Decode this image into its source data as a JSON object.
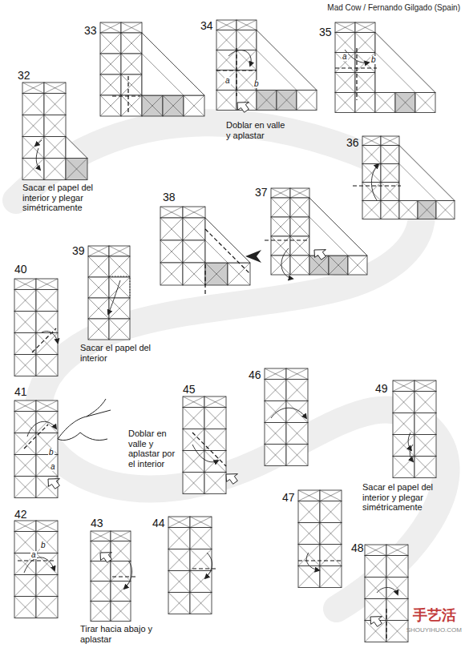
{
  "diagram": {
    "title": "Mad Cow / Fernando Gilgado (Spain)",
    "labels": [
      "32",
      "Sacar el papel del interior y plegar simétricamente",
      "33",
      "34",
      "Doblar en valle y aplastar",
      "a",
      "b",
      "35",
      "a",
      "b",
      "36",
      "37",
      "38",
      "39",
      "Sacar el papel del interior",
      "40",
      "41",
      "b",
      "a",
      "45",
      "Doblar en valle y aplastar por el interior",
      "46",
      "49",
      "Sacar el papel del interior y plegar simétricamente",
      "42",
      "b",
      "a",
      "43",
      "Tirar hacia abajo y aplastar",
      "44",
      "47",
      "48",
      "手艺活",
      "SHOUYIHUO.COM"
    ]
  }
}
